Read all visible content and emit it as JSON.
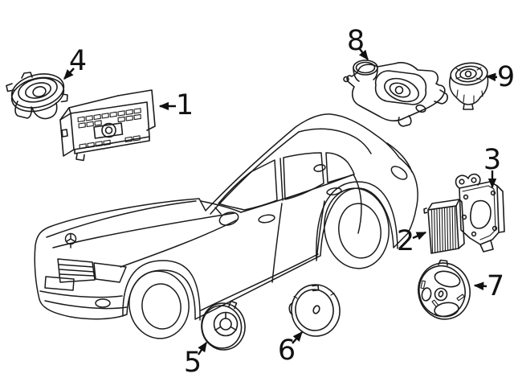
{
  "diagram": {
    "type": "vehicle-audio-parts-diagram",
    "subject": "sedan with numbered audio components",
    "background_color": "#ffffff",
    "line_color": "#1b1b1b"
  },
  "callouts": [
    {
      "number": "1",
      "part": "radio-head-unit"
    },
    {
      "number": "2",
      "part": "amplifier"
    },
    {
      "number": "3",
      "part": "mounting-bracket"
    },
    {
      "number": "4",
      "part": "door-speaker"
    },
    {
      "number": "5",
      "part": "front-speaker"
    },
    {
      "number": "6",
      "part": "rear-speaker"
    },
    {
      "number": "7",
      "part": "speaker-frame"
    },
    {
      "number": "8",
      "part": "center-speaker-assembly"
    },
    {
      "number": "9",
      "part": "tweeter"
    }
  ]
}
